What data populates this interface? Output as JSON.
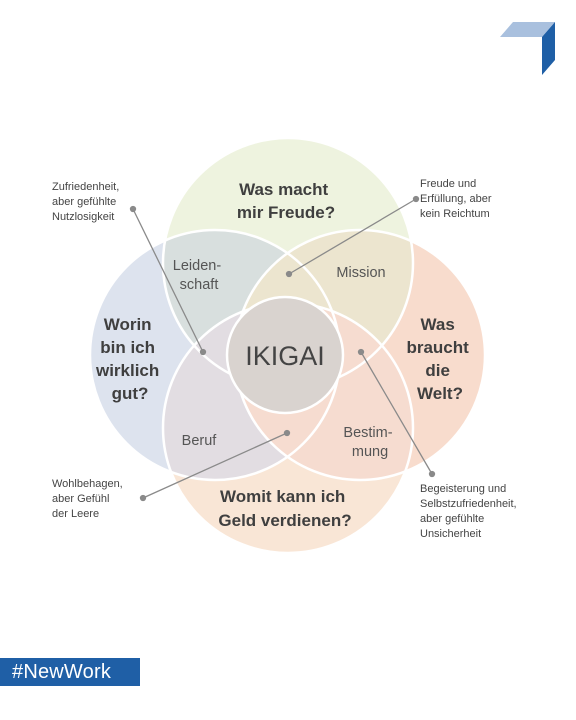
{
  "brand": {
    "hashtag": "#NewWork"
  },
  "diagram": {
    "center": "IKIGAI",
    "circles": {
      "top": [
        "Was macht",
        "mir Freude?"
      ],
      "left": [
        "Worin",
        "bin ich",
        "wirklich",
        "gut?"
      ],
      "right": [
        "Was",
        "braucht",
        "die",
        "Welt?"
      ],
      "bottom": [
        "Womit kann ich",
        "Geld verdienen?"
      ]
    },
    "zones": {
      "leidenschaft": [
        "Leiden-",
        "schaft"
      ],
      "mission": [
        "Mission"
      ],
      "beruf": [
        "Beruf"
      ],
      "bestimmung": [
        "Bestim-",
        "mung"
      ]
    },
    "annotations": {
      "top_left": [
        "Zufriedenheit,",
        "aber gefühlte",
        "Nutzlosigkeit"
      ],
      "top_right": [
        "Freude und",
        "Erfüllung, aber",
        "kein Reichtum"
      ],
      "bottom_left": [
        "Wohlbehagen,",
        "aber Gefühl",
        "der Leere"
      ],
      "bottom_right": [
        "Begeisterung und",
        "Selbstzufriedenheit,",
        "aber gefühlte",
        "Unsicherheit"
      ]
    },
    "colors": {
      "top_circle": "#eef3df",
      "left_circle": "#dde3ee",
      "right_circle": "#f8dccd",
      "bottom_circle": "#f9e6d6",
      "center": "#d9d3cf",
      "hashtag_bg": "#1f5fa6",
      "logo_light": "#a9c0de",
      "logo_dark": "#1f5fa6"
    }
  }
}
